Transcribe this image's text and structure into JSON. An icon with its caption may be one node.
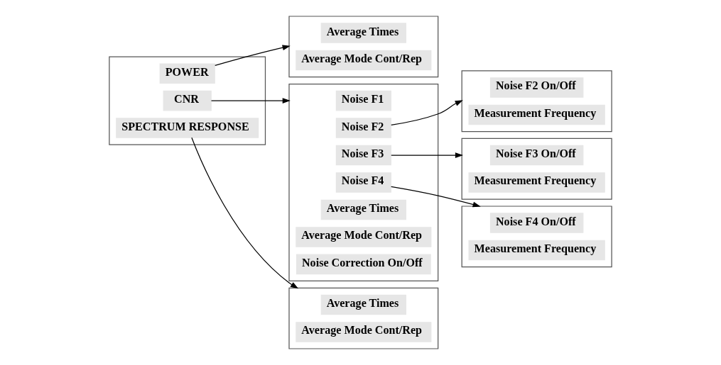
{
  "diagram": {
    "nodes": [
      {
        "text": [],
        "shape": "bracket"
      },
      {
        "text": [
          "POWER"
        ],
        "in": 0
      },
      {
        "text": [
          "CNR"
        ],
        "in": 0
      },
      {
        "text": [
          "SPECTRUM RESPONSE"
        ],
        "in": 0
      },
      {
        "text": [],
        "shape": "bracket"
      },
      {
        "text": [
          "Average Times"
        ],
        "in": 4
      },
      {
        "text": [
          "Average Mode Cont/Rep"
        ],
        "in": 4
      },
      {
        "text": [],
        "shape": "bracket"
      },
      {
        "text": [
          "Noise F1"
        ],
        "in": 7
      },
      {
        "text": [
          "Noise F2"
        ],
        "in": 7
      },
      {
        "text": [
          "Noise F3"
        ],
        "in": 7
      },
      {
        "text": [
          "Noise F4"
        ],
        "in": 7
      },
      {
        "text": [
          "Average Times"
        ],
        "in": 7
      },
      {
        "text": [
          "Average Mode Cont/Rep"
        ],
        "in": 7
      },
      {
        "text": [
          "Noise Correction On/Off"
        ],
        "in": 7
      },
      {
        "text": [],
        "shape": "bracket"
      },
      {
        "text": [
          "Noise F2 On/Off"
        ],
        "in": 15
      },
      {
        "text": [
          "Measurement Frequency"
        ],
        "in": 15
      },
      {
        "text": [],
        "shape": "bracket"
      },
      {
        "text": [
          "Noise F3 On/Off"
        ],
        "in": 18
      },
      {
        "text": [
          "Measurement Frequency"
        ],
        "in": 18
      },
      {
        "text": [],
        "shape": "bracket"
      },
      {
        "text": [
          "Noise F4 On/Off"
        ],
        "in": 21
      },
      {
        "text": [
          "Measurement Frequency"
        ],
        "in": 21
      },
      {
        "text": [],
        "shape": "bracket"
      },
      {
        "text": [
          "Average Times"
        ],
        "in": 24
      },
      {
        "text": [
          "Average Mode Cont/Rep"
        ],
        "in": 24
      }
    ],
    "edges": [
      {
        "from": 1,
        "to": 4,
        "arrow": "to"
      },
      {
        "from": 2,
        "to": 7,
        "arrow": "to"
      },
      {
        "from": 3,
        "to": 24,
        "arrow": "to"
      },
      {
        "from": 9,
        "to": 15,
        "arrow": "to"
      },
      {
        "from": 10,
        "to": 18,
        "arrow": "to"
      },
      {
        "from": 11,
        "to": 21,
        "arrow": "to"
      }
    ]
  }
}
